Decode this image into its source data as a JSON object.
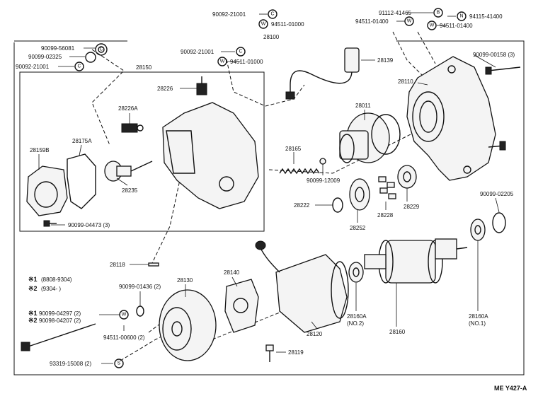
{
  "labels": {
    "p90092_21001_top": "90092-21001",
    "p94511_01000_top": "94511-01000",
    "p91112_41465": "91112-41465",
    "p94511_01400_a": "94511-01400",
    "p94115_41400": "94115-41400",
    "p94511_01400_b": "94511-01400",
    "p28100": "28100",
    "p90099_56081": "90099-56081",
    "p90099_02325": "90099-02325",
    "p90092_21001_left": "90092-21001",
    "p90092_21001_mid": "90092-21001",
    "p94511_01000_mid": "94511-01000",
    "p28139": "28139",
    "p90099_00158": "90099-00158 (3)",
    "p28150": "28150",
    "p28226": "28226",
    "p28110": "28110",
    "p28226A": "28226A",
    "p28011": "28011",
    "p28159B": "28159B",
    "p28175A": "28175A",
    "p28165": "28165",
    "p28235": "28235",
    "p90099_12009": "90099-12009",
    "p28222": "28222",
    "p28228": "28228",
    "p28229": "28229",
    "p90099_02205": "90099-02205",
    "p90099_04473": "90099-04473 (3)",
    "p28252": "28252",
    "p28118": "28118",
    "p28140": "28140",
    "p28130": "28130",
    "p90099_01436": "90099-01436 (2)",
    "p90099_04297": "90099-04297 (2)",
    "p90099_04207": "90098-04207 (2)",
    "p94511_00600": "94511-00600 (2)",
    "p28120": "28120",
    "p28119": "28119",
    "p93319_15008": "93319-15008 (2)",
    "p28160A_2": "28160A",
    "p28160A_2_note": "(NO.2)",
    "p28160": "28160",
    "p28160A_1": "28160A",
    "p28160A_1_note": "(NO.1)",
    "legend1_mark": "※1",
    "legend1_text": "(8808-9304)",
    "legend2_mark": "※2",
    "legend2_text": "(9304-      )",
    "mark1": "※1",
    "mark2": "※2",
    "catalog_code": "ME Y427-A"
  },
  "circle_marks": {
    "c_top": "C",
    "w_top": "W",
    "b_top": "B",
    "w_a": "W",
    "n_top": "N",
    "w_b": "W",
    "c_left1": "C",
    "c_left2": "C",
    "c_mid": "C",
    "w_mid": "W",
    "w_bottom": "W",
    "s_bottom": "S"
  }
}
